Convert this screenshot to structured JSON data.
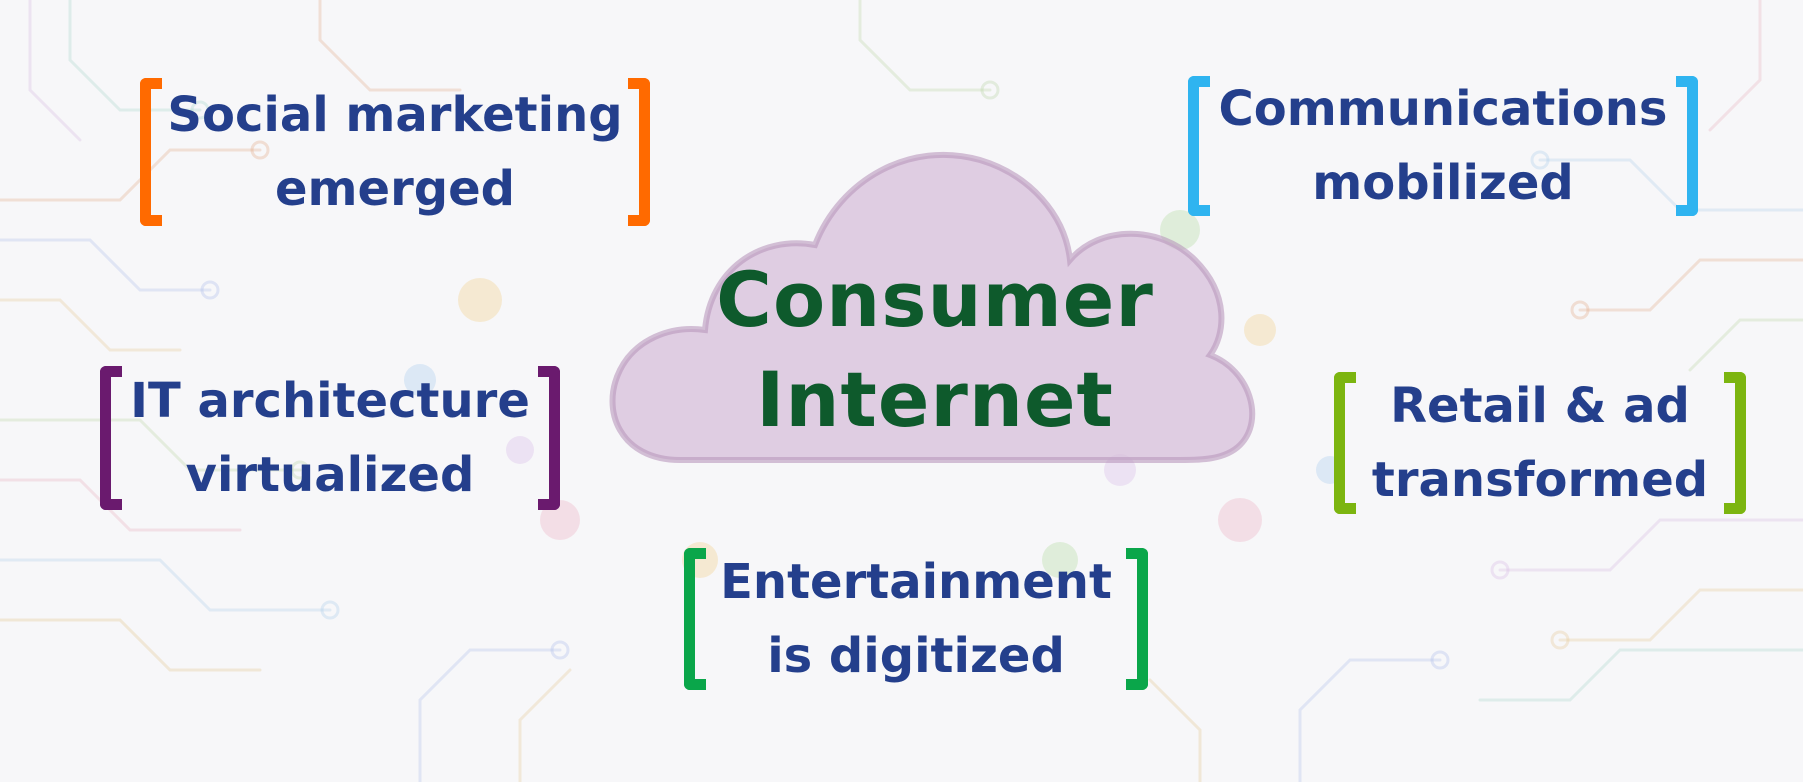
{
  "center": {
    "line1": "Consumer",
    "line2": "Internet",
    "color": "#0e5a2c"
  },
  "items": [
    {
      "line1": "Social marketing",
      "line2": "emerged",
      "color": "#ff6a00"
    },
    {
      "line1": "Communications",
      "line2": "mobilized",
      "color": "#2fb4f0"
    },
    {
      "line1": "IT architecture",
      "line2": "virtualized",
      "color": "#6a1a6e"
    },
    {
      "line1": "Retail & ad",
      "line2": "transformed",
      "color": "#7cb510"
    },
    {
      "line1": "Entertainment",
      "line2": "is digitized",
      "color": "#0aa64a"
    }
  ],
  "text_color": "#243f8c"
}
